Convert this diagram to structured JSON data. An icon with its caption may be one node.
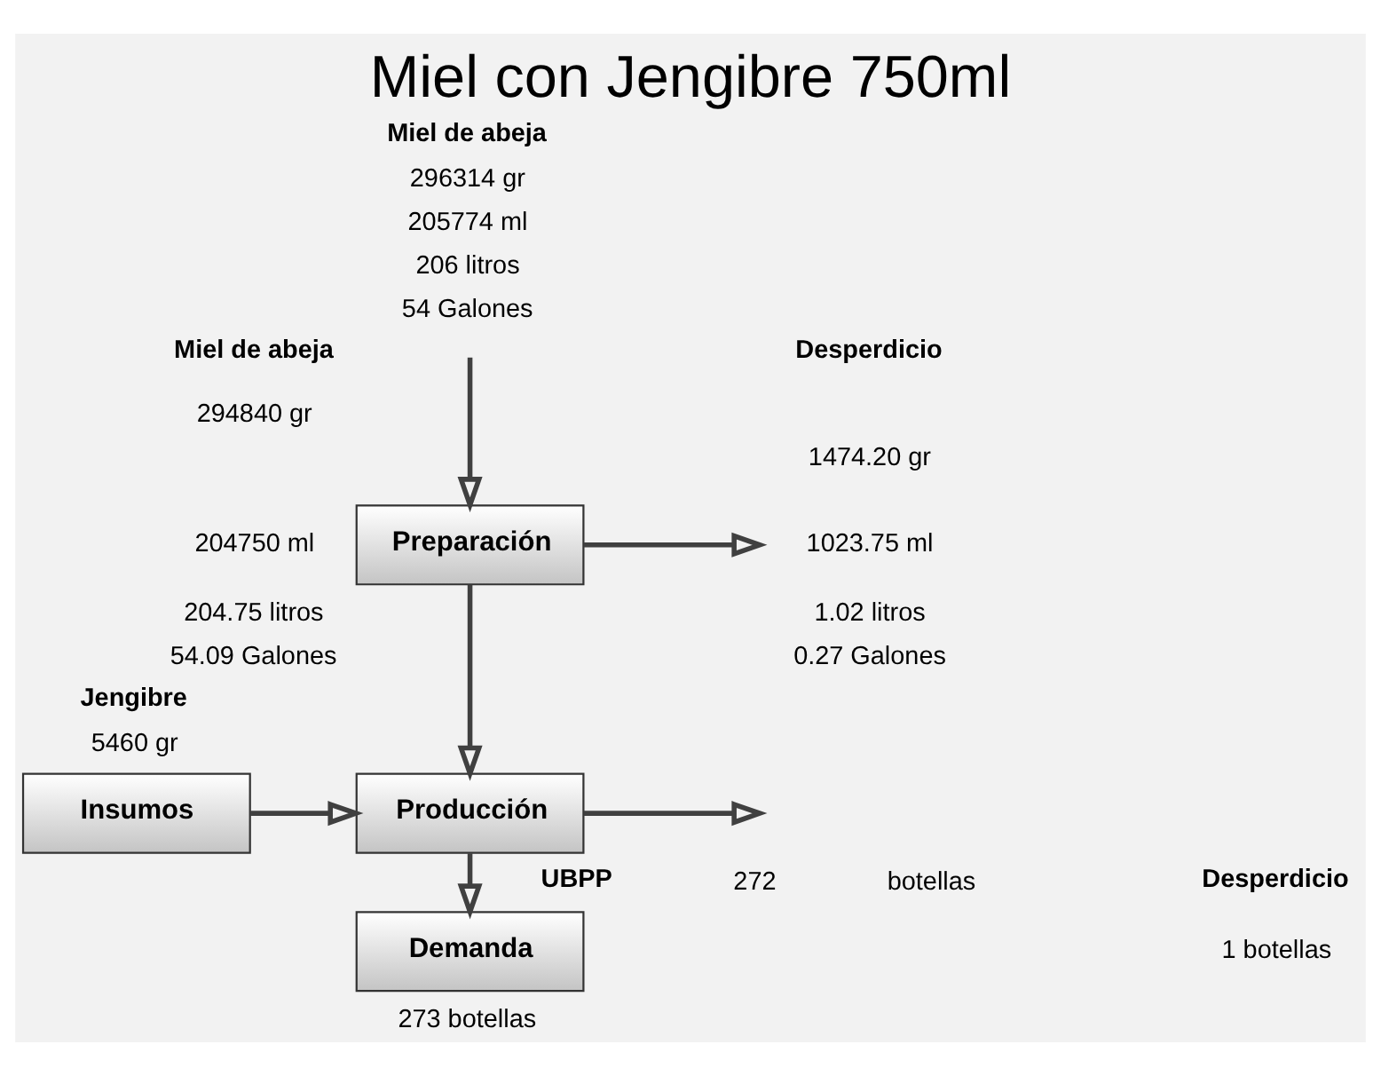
{
  "diagram": {
    "title": "Miel con Jengibre 750ml",
    "nodes": [
      {
        "text": [
          "Preparación"
        ]
      },
      {
        "text": [
          "Insumos"
        ]
      },
      {
        "text": [
          "Producción"
        ]
      },
      {
        "text": [
          "Demanda"
        ]
      }
    ],
    "edges": [
      {
        "from": 0,
        "to": null,
        "arrow": "to"
      },
      {
        "from": 0,
        "to": 2,
        "arrow": "to"
      },
      {
        "from": null,
        "to": 0,
        "arrow": "to"
      },
      {
        "from": 1,
        "to": 2,
        "arrow": "to"
      },
      {
        "from": 2,
        "to": 3,
        "arrow": "to"
      },
      {
        "from": 2,
        "to": null,
        "arrow": "to"
      }
    ],
    "labels": [
      "Miel de abeja",
      "296314 gr",
      "205774 ml",
      "206 litros",
      "54 Galones",
      "Miel de abeja",
      "294840 gr",
      "204750 ml",
      "204.75 litros",
      "54.09 Galones",
      "Desperdicio",
      "1474.20 gr",
      "1023.75 ml",
      "1.02 litros",
      "0.27 Galones",
      "Jengibre",
      "5460 gr",
      "UBPP",
      "272",
      "botellas",
      "Desperdicio",
      "1 botellas",
      "273 botellas"
    ]
  }
}
